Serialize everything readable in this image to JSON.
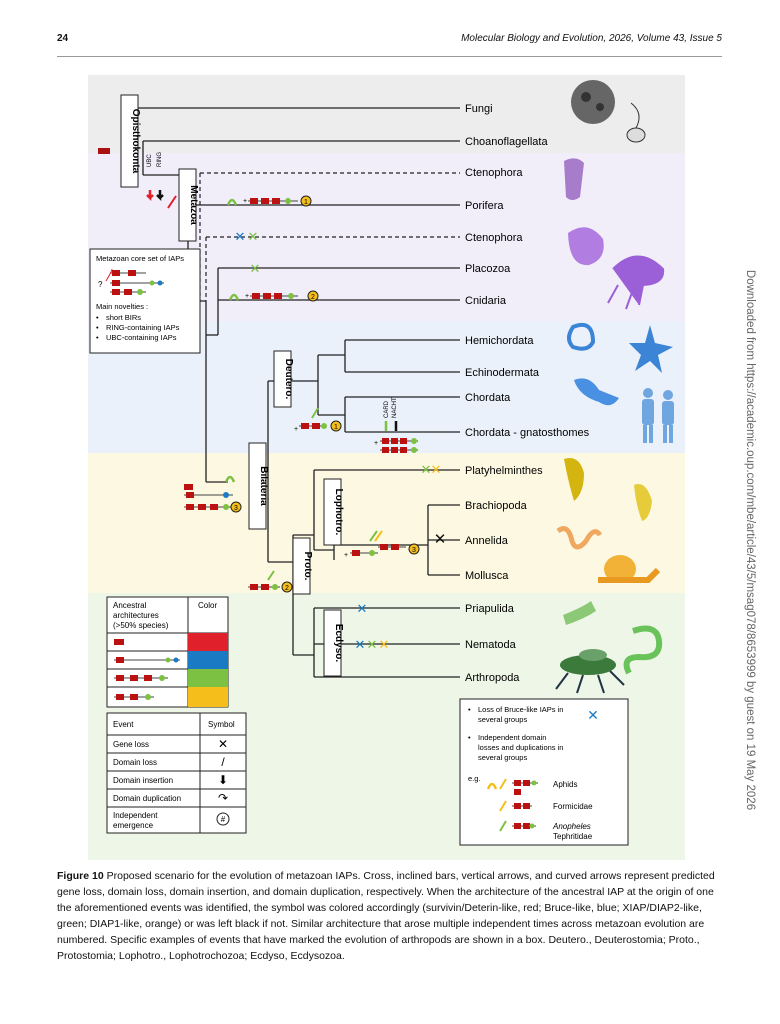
{
  "header": {
    "page_number": "24",
    "journal": "Molecular Biology and Evolution, 2026, Volume 43, Issue 5"
  },
  "side_note": "Downloaded from https://academic.oup.com/mbe/article/43/5/msag078/8653999 by guest on 19 May 2026",
  "figure": {
    "clade_labels": {
      "opisthokonta": "Opisthokonta",
      "metazoa": "Metazoa",
      "bilateria": "Bilateria",
      "deutero": "Deutero.",
      "proto": "Proto.",
      "lophotro": "Lophotro.",
      "ecdyso": "Ecdyso."
    },
    "taxa": [
      "Fungi",
      "Choanoflagellata",
      "Ctenophora",
      "Porifera",
      "Ctenophora",
      "Placozoa",
      "Cnidaria",
      "Hemichordata",
      "Echinodermata",
      "Chordata",
      "Chordata - gnatosthomes",
      "Platyhelminthes",
      "Brachiopoda",
      "Annelida",
      "Mollusca",
      "Priapulida",
      "Nematoda",
      "Arthropoda"
    ],
    "ubc_label": "UBC",
    "ring_label": "RING",
    "card_label": "CARD",
    "nacht_label": "NACHT",
    "core_box": {
      "title": "Metazoan core set of IAPs",
      "qmark": "?",
      "novelties_title": "Main novelties :",
      "novelties": [
        "short BIRs",
        "RING-containing IAPs",
        "UBC-containing IAPs"
      ]
    },
    "emergence_numbers": [
      "1",
      "2",
      "3"
    ],
    "plus_sign": "+",
    "arch_table": {
      "col1": "Ancestral architectures (>50% species)",
      "col2": "Color",
      "colors": [
        "#e0202a",
        "#1a7bc4",
        "#7cc142",
        "#f6be1a"
      ]
    },
    "event_table": {
      "col1": "Event",
      "col2": "Symbol",
      "rows": [
        {
          "event": "Gene loss",
          "symbol": "✕"
        },
        {
          "event": "Domain loss",
          "symbol": "/"
        },
        {
          "event": "Domain insertion",
          "symbol": "⬇"
        },
        {
          "event": "Domain duplication",
          "symbol": "↷"
        },
        {
          "event": "Independent emergence",
          "symbol": "#"
        }
      ]
    },
    "arthropod_box": {
      "item1": "Loss of Bruce-like IAPs in several groups",
      "item2": "Independent domain losses and duplications in several groups",
      "eg": "e.g.",
      "examples": [
        "Aphids",
        "Formicidae",
        "Anopheles",
        "Tephritidae"
      ]
    },
    "colors": {
      "red": "#e0202a",
      "blue": "#1a7bc4",
      "green": "#7cc142",
      "orange": "#f6be1a",
      "bg_opistho": "#ededed",
      "bg_metazoa": "#f1eefa",
      "bg_deutero": "#eaf1fb",
      "bg_lopho": "#fdf8e1",
      "bg_ecdyso": "#eef6e8"
    }
  },
  "caption": {
    "label": "Figure 10",
    "text": "Proposed scenario for the evolution of metazoan IAPs. Cross, inclined bars, vertical arrows, and curved arrows represent predicted gene loss, domain loss, domain insertion, and domain duplication, respectively. When the architecture of the ancestral IAP at the origin of one the aforementioned events was identified, the symbol was colored accordingly (survivin/Deterin-like, red; Bruce-like, blue; XIAP/DIAP2-like, green; DIAP1-like, orange) or was left black if not. Similar architecture that arose multiple independent times across metazoan evolution are numbered. Specific examples of events that have marked the evolution of arthropods are shown in a box. Deutero., Deuterostomia; Proto., Protostomia; Lophotro., Lophotrochozoa; Ecdyso, Ecdysozoa."
  }
}
